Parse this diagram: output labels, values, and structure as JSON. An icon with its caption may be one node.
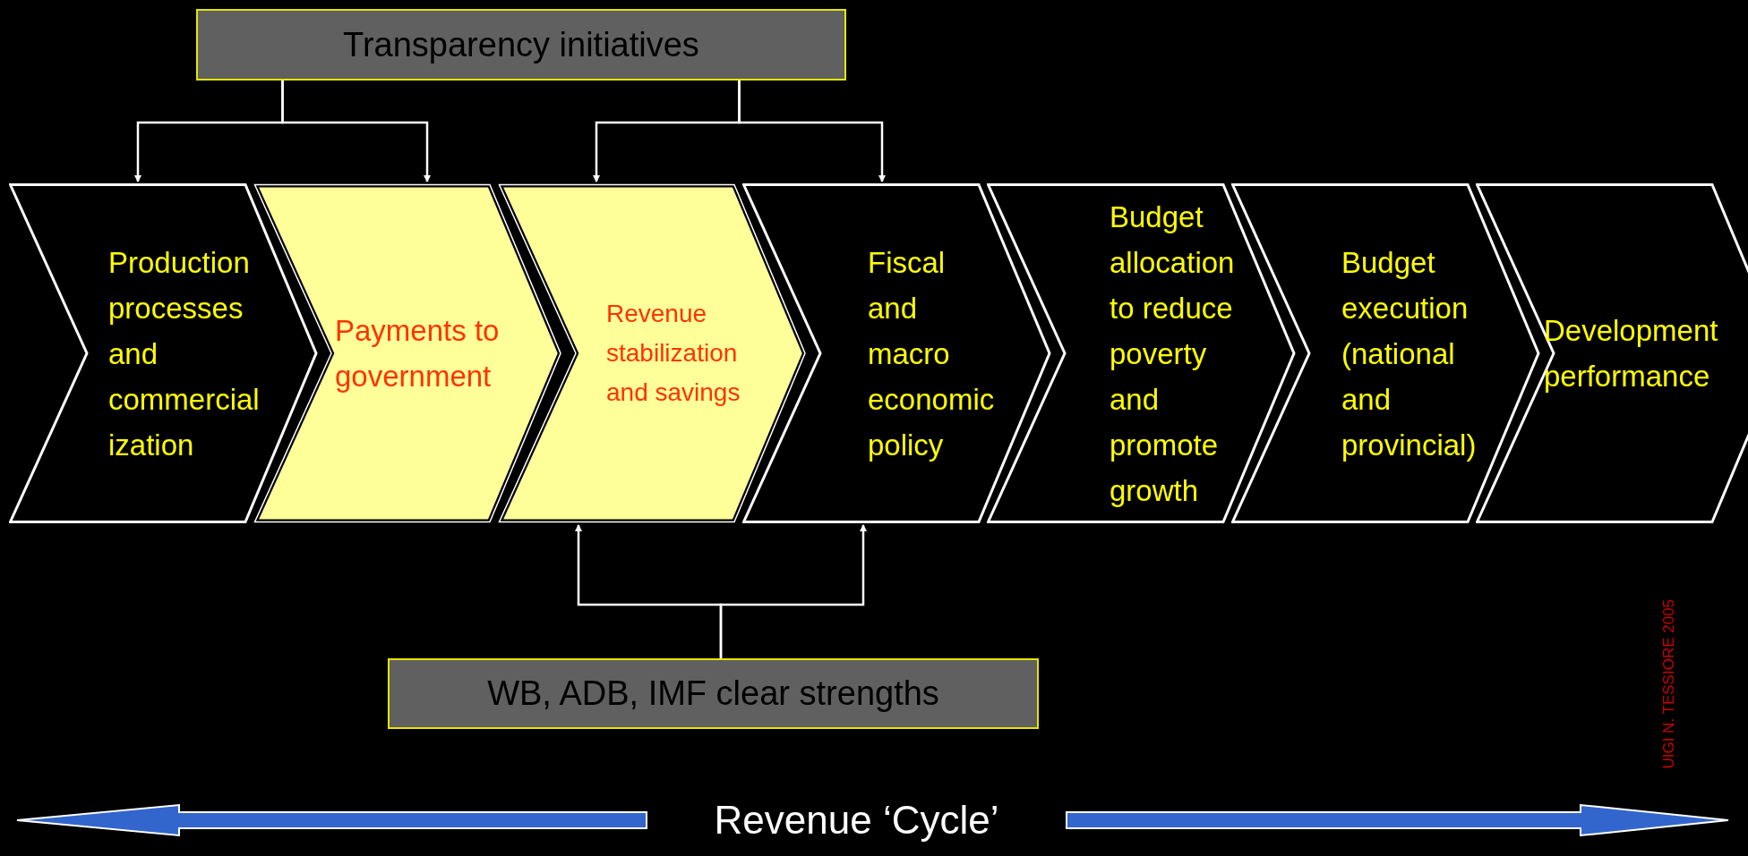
{
  "diagram": {
    "nodes": [
      {
        "text": [
          "Transparency initiatives"
        ]
      },
      {
        "text": [
          "Production processes and commercialization"
        ]
      },
      {
        "text": [
          "Payments to government"
        ]
      },
      {
        "text": [
          "Revenue stabilization and savings"
        ]
      },
      {
        "text": [
          "Fiscal and macro economic policy"
        ]
      },
      {
        "text": [
          "Budget allocation to reduce poverty and promote growth"
        ]
      },
      {
        "text": [
          "Budget execution (national and provincial)"
        ]
      },
      {
        "text": [
          "Development performance"
        ]
      },
      {
        "text": [
          "WB, ADB, IMF clear strengths"
        ]
      }
    ],
    "edges": [
      {
        "from": 0,
        "to": 1,
        "arrow": "to"
      },
      {
        "from": 0,
        "to": 2,
        "arrow": "to"
      },
      {
        "from": 0,
        "to": 3,
        "arrow": "to"
      },
      {
        "from": 0,
        "to": 4,
        "arrow": "to"
      },
      {
        "from": 8,
        "to": 3,
        "arrow": "to"
      },
      {
        "from": 8,
        "to": 4,
        "arrow": "to"
      }
    ],
    "labels": [
      "Revenue ‘Cycle’",
      "UIGI N. TESSIORE 2005"
    ]
  }
}
